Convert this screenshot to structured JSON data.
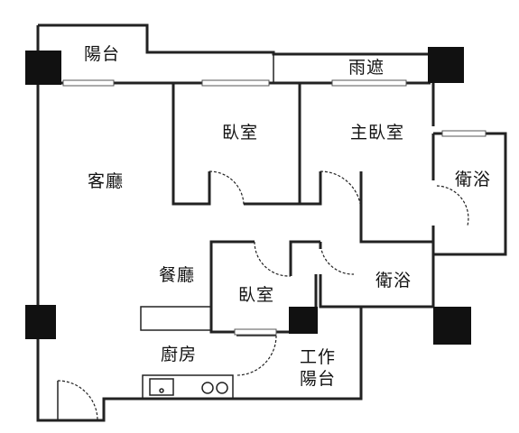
{
  "rooms": {
    "balcony": "陽台",
    "canopy": "雨遮",
    "living_room": "客廳",
    "bedroom_1": "臥室",
    "master_bedroom": "主臥室",
    "bathroom_1": "衛浴",
    "dining_room": "餐廳",
    "bedroom_2": "臥室",
    "bathroom_2": "衛浴",
    "kitchen": "廚房",
    "utility_balcony_line1": "工作",
    "utility_balcony_line2": "陽台"
  }
}
